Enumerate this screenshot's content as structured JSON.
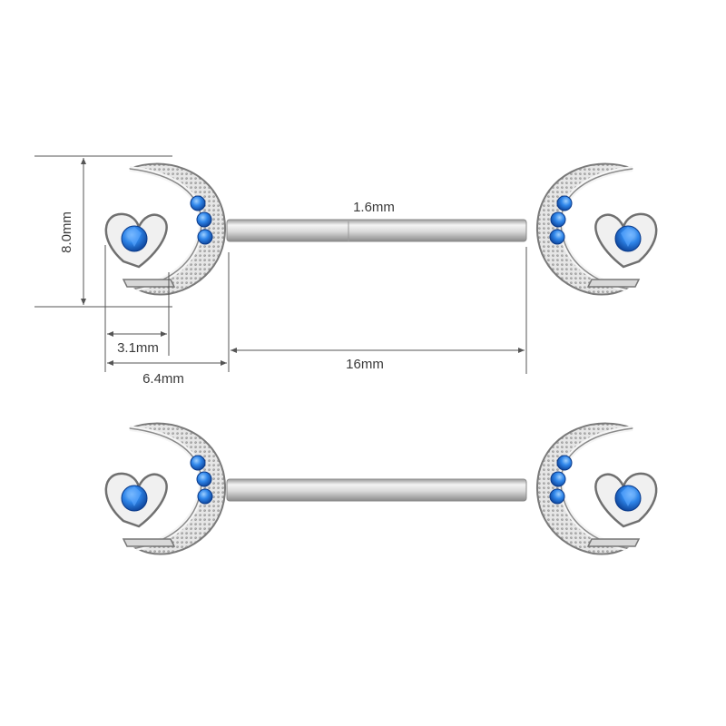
{
  "dimensions": {
    "bar_diameter": "1.6mm",
    "bar_length": "16mm",
    "moon_height": "8.0mm",
    "heart_width": "3.1mm",
    "moon_width": "6.4mm"
  },
  "colors": {
    "metal_light": "#f2f2f2",
    "metal_mid": "#c9c9c9",
    "metal_dark": "#6f6f6f",
    "gem_blue": "#1f6fd6",
    "gem_light": "#6fb6ff",
    "dimension_line": "#555555"
  },
  "icons": {
    "moon": "crescent-moon-icon",
    "heart": "heart-gem-icon"
  }
}
